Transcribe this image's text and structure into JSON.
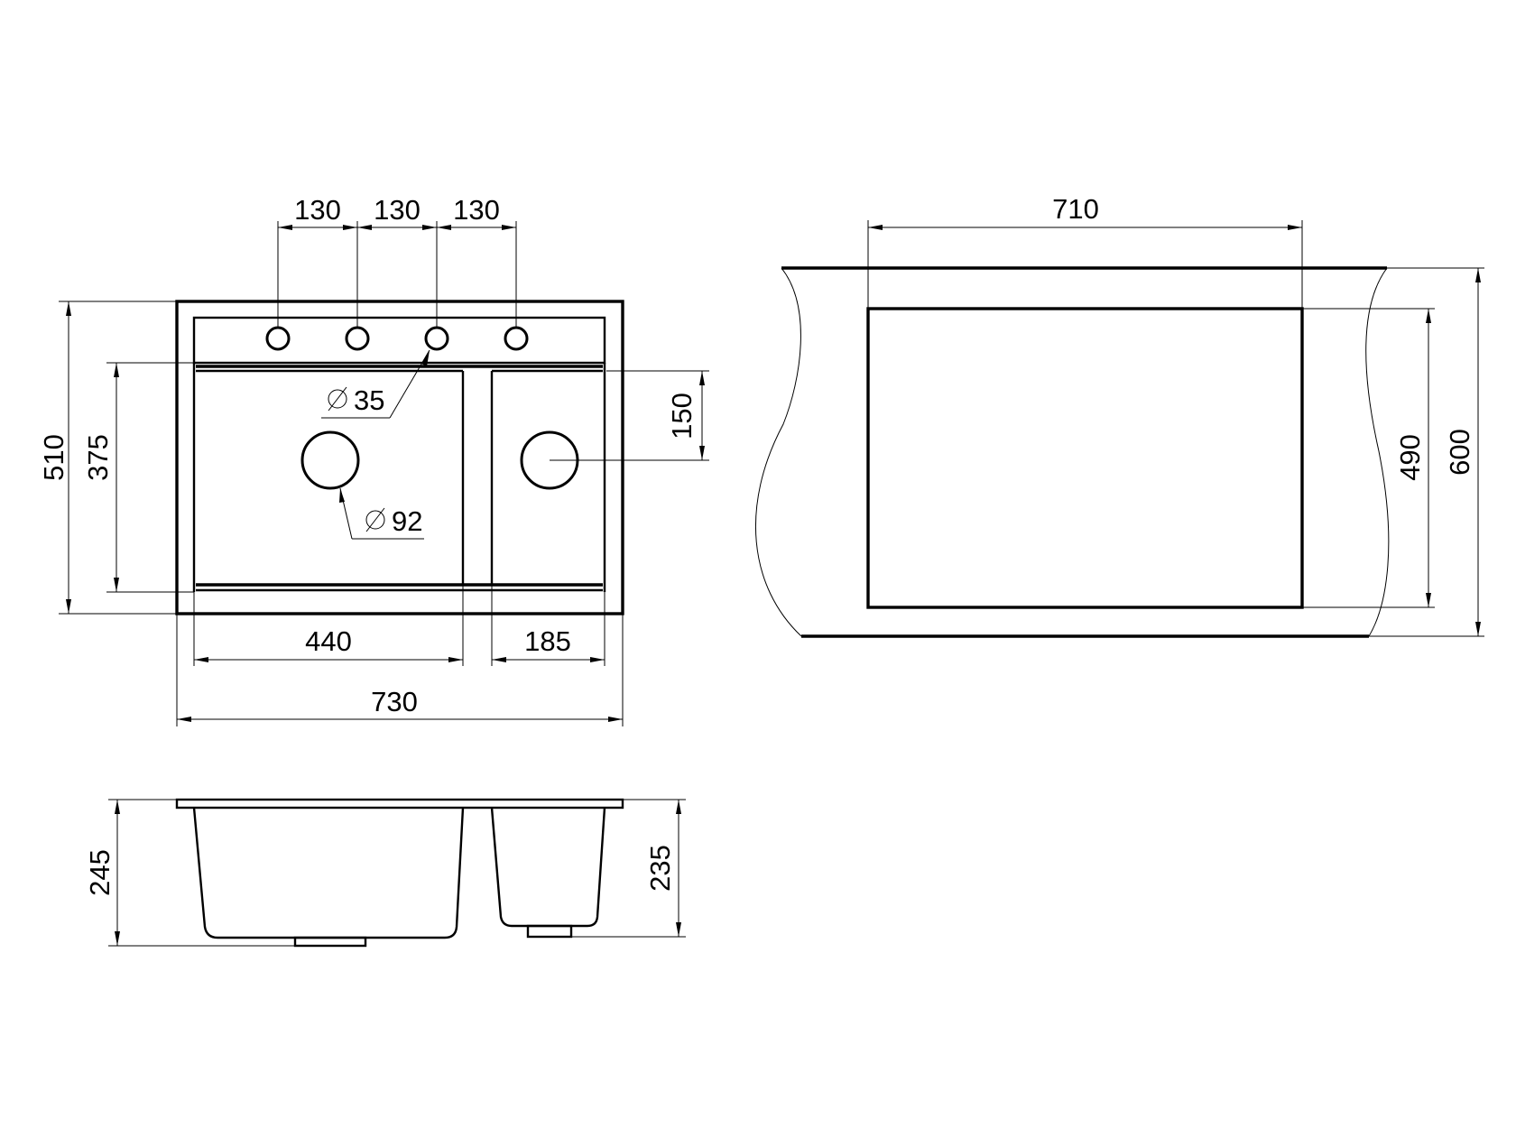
{
  "dimensions": {
    "tap_spacing": [
      "130",
      "130",
      "130"
    ],
    "cutout_width": "710",
    "overall_depth": "510",
    "bowl_depth": "375",
    "drain_offset": "150",
    "tap_hole_diameter": "35",
    "drain_diameter": "92",
    "main_bowl_width": "440",
    "small_bowl_width": "185",
    "overall_width": "730",
    "cabinet_depth": "600",
    "cutout_depth": "490",
    "main_bowl_height": "245",
    "small_bowl_height": "235"
  },
  "colors": {
    "line": "#000000",
    "background": "#ffffff"
  }
}
